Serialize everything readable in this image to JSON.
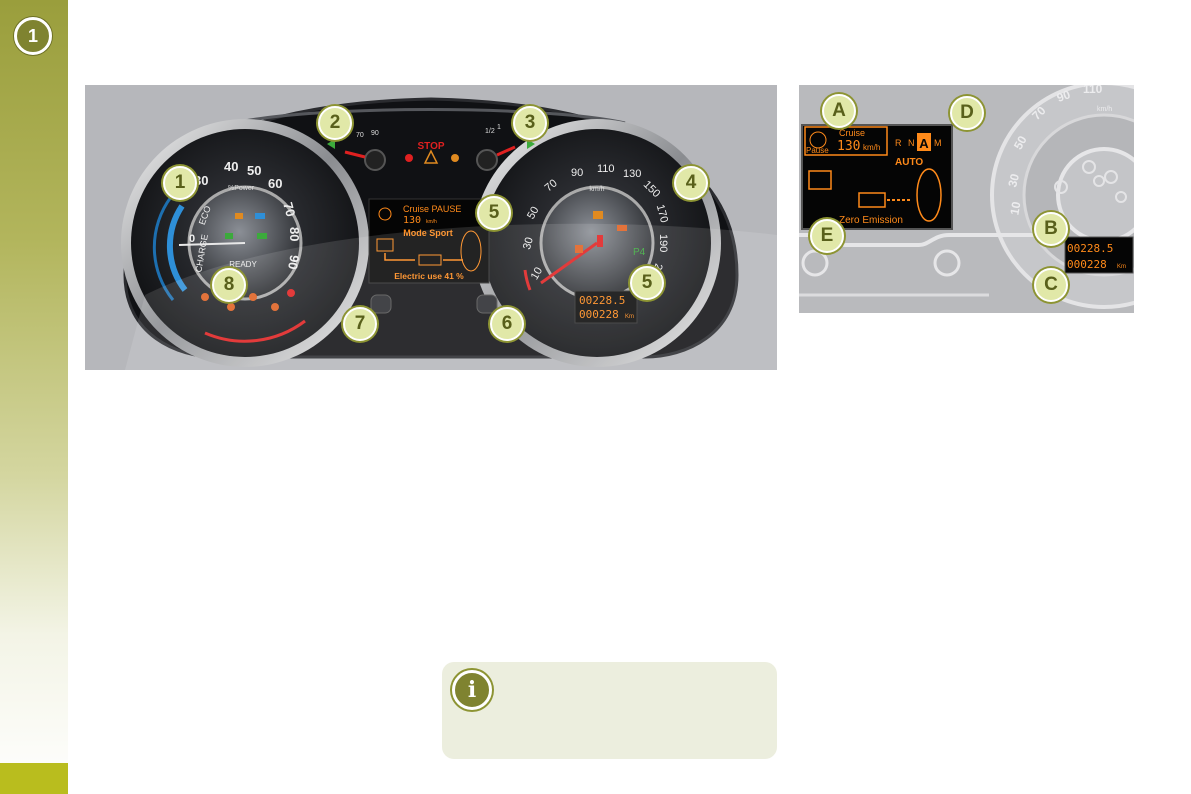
{
  "chapter": {
    "number": "1"
  },
  "callouts": {
    "c1": "1",
    "c2": "2",
    "c3": "3",
    "c4": "4",
    "c5a": "5",
    "c5b": "5",
    "c6": "6",
    "c7": "7",
    "c8": "8",
    "cA": "A",
    "cB": "B",
    "cC": "C",
    "cD": "D",
    "cE": "E"
  },
  "left_dial": {
    "ticks": [
      "30",
      "40",
      "50",
      "60",
      "70",
      "80",
      "90"
    ],
    "unit": "%Power",
    "eco": "ECO",
    "zero": "0",
    "charge": "CHARGE",
    "ready": "READY"
  },
  "gauges": {
    "temp_ticks": [
      "70",
      "90"
    ],
    "fuel_ticks": [
      "1",
      "1/2"
    ],
    "stop": "STOP"
  },
  "center_display": {
    "cruise": "Cruise PAUSE",
    "speed": "130",
    "speed_unit": "km/h",
    "mode": "Mode Sport",
    "electric": "Electric use 41 %"
  },
  "right_dial": {
    "ticks": [
      "10",
      "30",
      "50",
      "70",
      "90",
      "110",
      "130",
      "150",
      "170",
      "190",
      "210"
    ],
    "unit": "km/h",
    "gear": "P4",
    "odo_trip": "00228.5",
    "odo_total": "000228",
    "odo_unit": "Km"
  },
  "zoom": {
    "cruise": "Cruise",
    "pause": "Pause",
    "speed": "130",
    "speed_unit": "km/h",
    "gear_r": "R",
    "gear_n": "N",
    "gear_a": "A",
    "gear_m": "M",
    "auto": "AUTO",
    "zero_emission": "Zero Emission",
    "ticks": [
      "10",
      "30",
      "50",
      "70",
      "90",
      "110"
    ],
    "unit": "km/h",
    "odo_trip": "00228.5",
    "odo_total": "000228",
    "odo_unit": "Km"
  },
  "colors": {
    "accent": "#9a9e3c",
    "orange": "#ff8a1a",
    "red": "#e02020",
    "green": "#3caa3c",
    "blue": "#2e8fd8"
  }
}
